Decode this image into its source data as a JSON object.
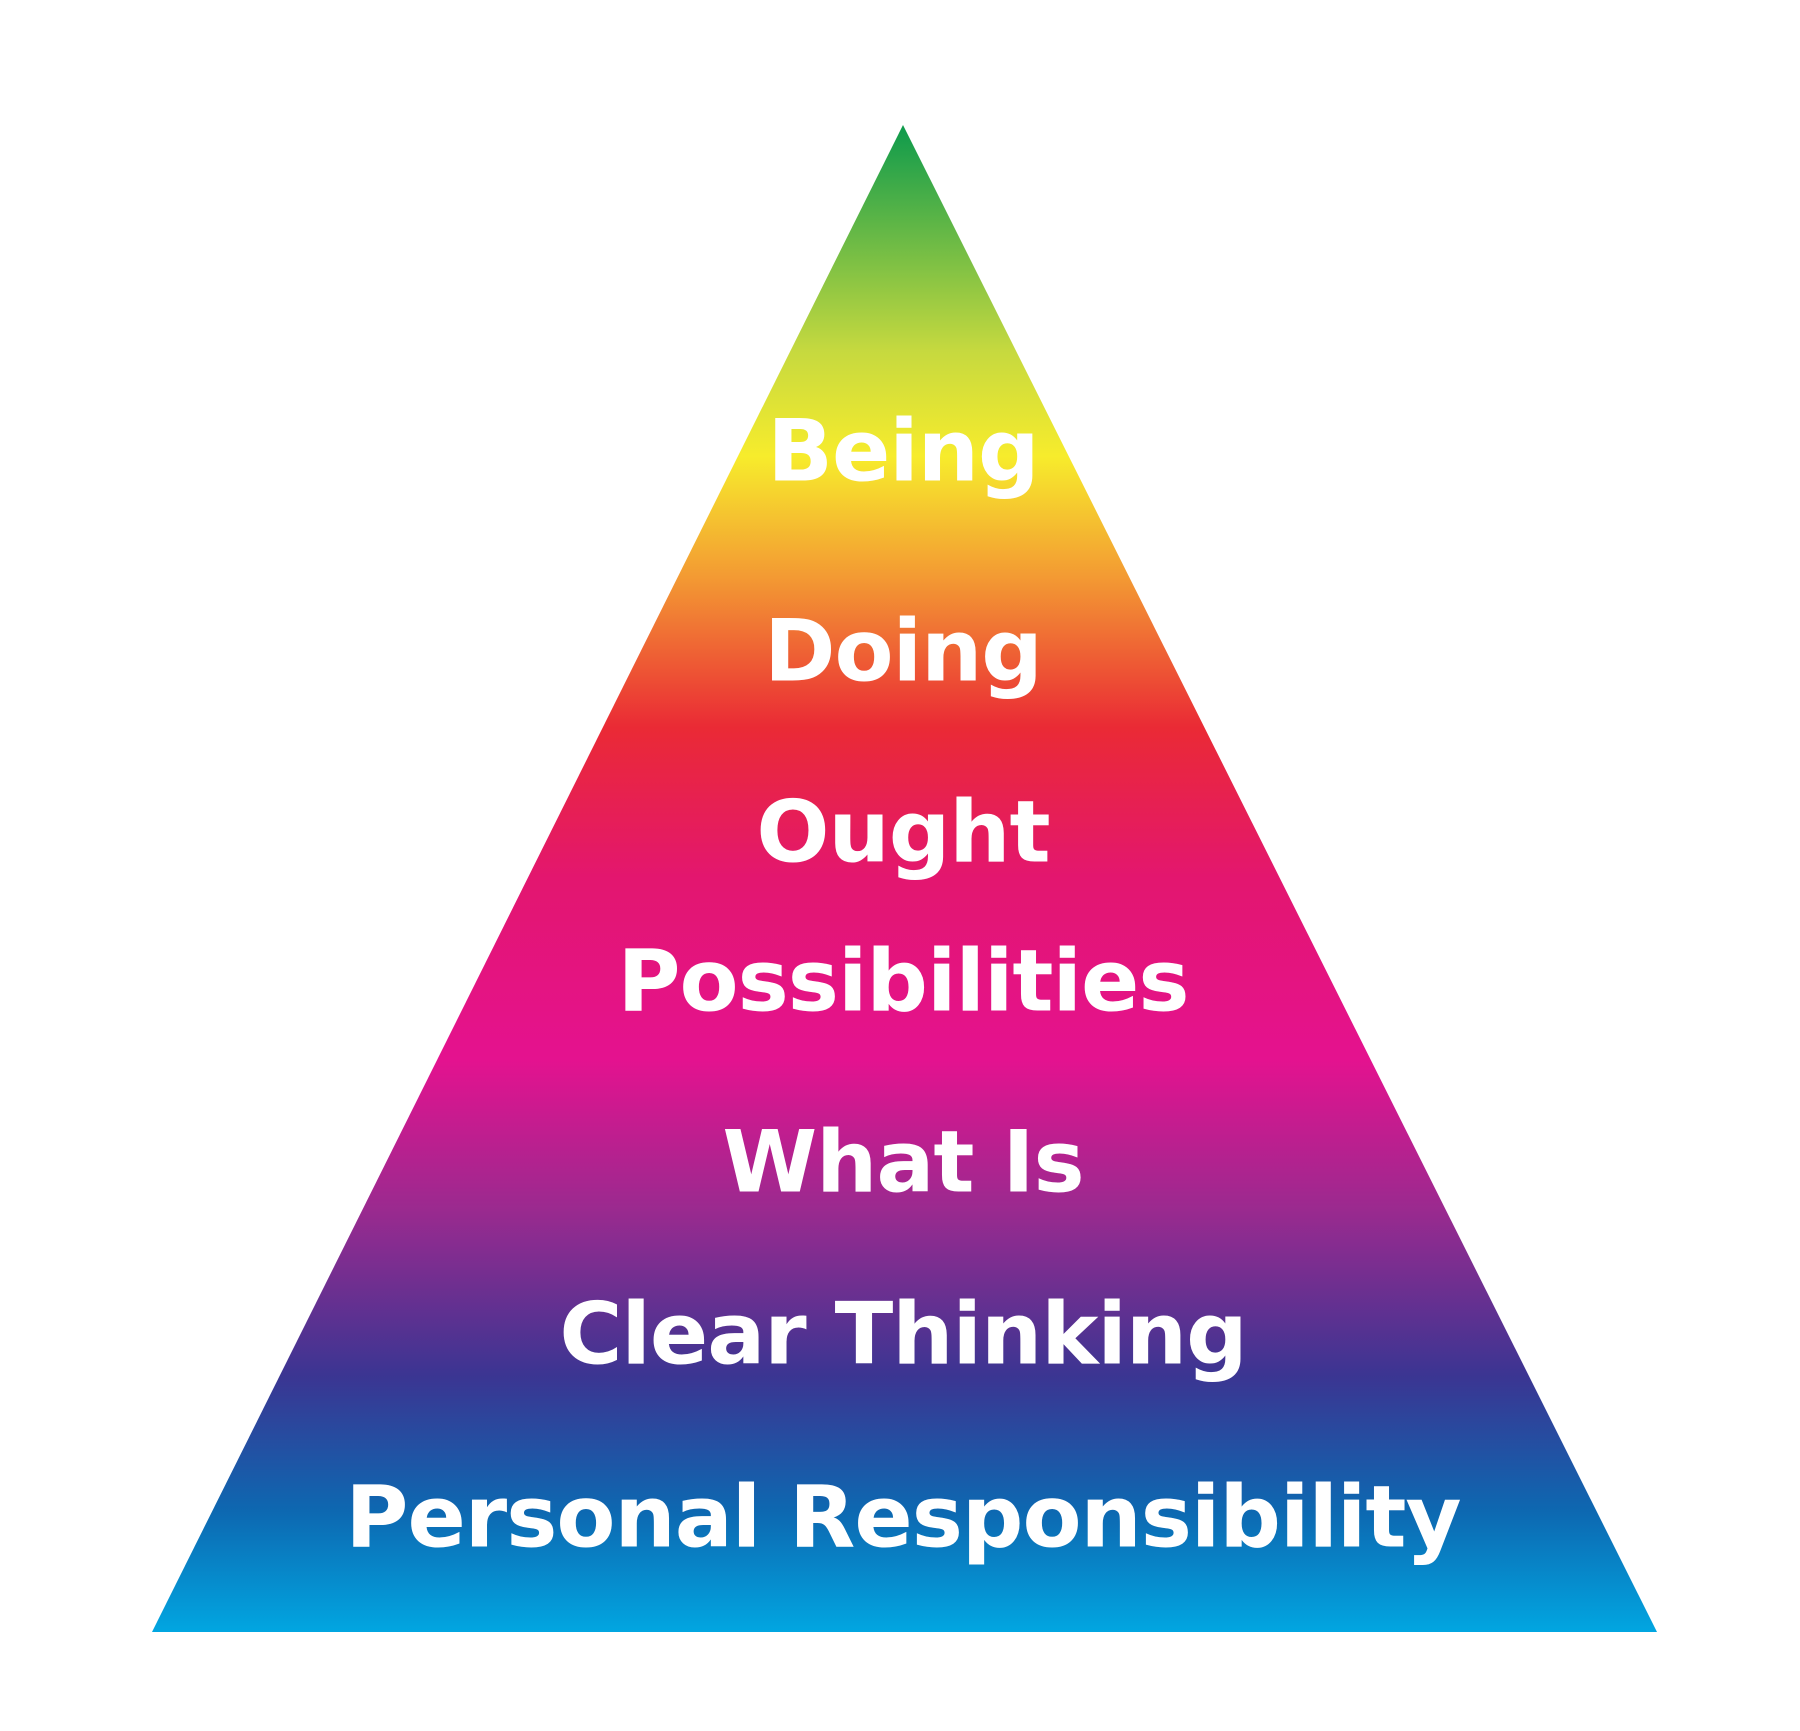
{
  "pyramid": {
    "levels": [
      {
        "label": "Being"
      },
      {
        "label": "Doing"
      },
      {
        "label": "Ought"
      },
      {
        "label": "Possibilities"
      },
      {
        "label": "What Is"
      },
      {
        "label": "Clear Thinking"
      },
      {
        "label": "Personal Responsibility"
      }
    ],
    "gradient_colors": [
      "#0d9a4c",
      "#c6d93f",
      "#f7ec2c",
      "#f39a33",
      "#ea2a35",
      "#e3166f",
      "#e4128f",
      "#9a2a8f",
      "#3b3592",
      "#0d68b1",
      "#01a6e1"
    ],
    "label_color": "#ffffff",
    "background_color": "#ffffff"
  }
}
